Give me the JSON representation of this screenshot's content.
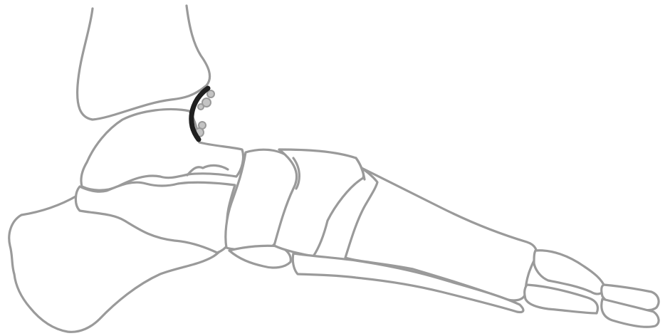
{
  "diagram": {
    "subject": "lateral-foot-and-ankle-bones",
    "colors": {
      "bone_outline": "#9a9a9a",
      "bone_fill": "#ffffff",
      "bone_spur": "#c4c4c4",
      "highlight_arc": "#1f1f1f",
      "background": "#ffffff"
    },
    "highlight": {
      "region": "anterior-ankle-joint",
      "marker": "arc"
    }
  }
}
